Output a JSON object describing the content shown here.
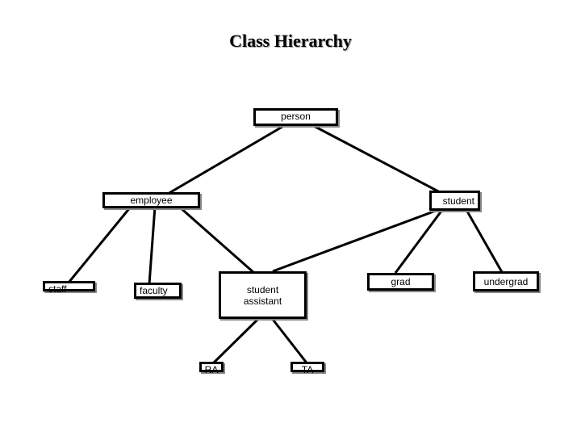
{
  "title": "Class Hierarchy",
  "colors": {
    "line": "#000000",
    "box_border": "#000000",
    "shadow": "#888888"
  },
  "nodes": {
    "person": "person",
    "employee": "employee",
    "student": "student",
    "staff": "staff",
    "faculty": "faculty",
    "student_assistant": "student assistant",
    "grad": "grad",
    "undergrad": "undergrad",
    "rа": "RA",
    "ta": "TA"
  },
  "edges": [
    [
      "person",
      "employee"
    ],
    [
      "person",
      "student"
    ],
    [
      "employee",
      "staff"
    ],
    [
      "employee",
      "faculty"
    ],
    [
      "employee",
      "student_assistant"
    ],
    [
      "student",
      "student_assistant"
    ],
    [
      "student",
      "grad"
    ],
    [
      "student",
      "undergrad"
    ],
    [
      "student_assistant",
      "ra"
    ],
    [
      "student_assistant",
      "ta"
    ]
  ]
}
